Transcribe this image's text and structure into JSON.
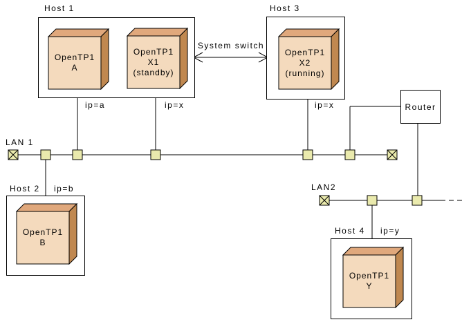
{
  "title": "OpenTP1 system switch network diagram",
  "colors": {
    "box_front": "#F4DABD",
    "box_top": "#E0A87C",
    "box_side": "#C08850",
    "connector_fill": "#EAEAAD",
    "line": "#000000",
    "background": "#FFFFFF"
  },
  "hosts": {
    "host1": {
      "label": "Host 1"
    },
    "host2": {
      "label": "Host 2"
    },
    "host3": {
      "label": "Host 3"
    },
    "host4": {
      "label": "Host 4"
    }
  },
  "nodes": {
    "a": {
      "line1": "OpenTP1",
      "line2": "A"
    },
    "x1": {
      "line1": "OpenTP1",
      "line2": "X1",
      "line3": "(standby)"
    },
    "x2": {
      "line1": "OpenTP1",
      "line2": "X2",
      "line3": "(running)"
    },
    "b": {
      "line1": "OpenTP1",
      "line2": "B"
    },
    "y": {
      "line1": "OpenTP1",
      "line2": "Y"
    }
  },
  "labels": {
    "lan1": "LAN 1",
    "lan2": "LAN2",
    "ip_a": "ip=a",
    "ip_x_host1": "ip=x",
    "ip_x_host3": "ip=x",
    "ip_b": "ip=b",
    "ip_y": "ip=y",
    "system_switch": "System switch",
    "router": "Router"
  }
}
